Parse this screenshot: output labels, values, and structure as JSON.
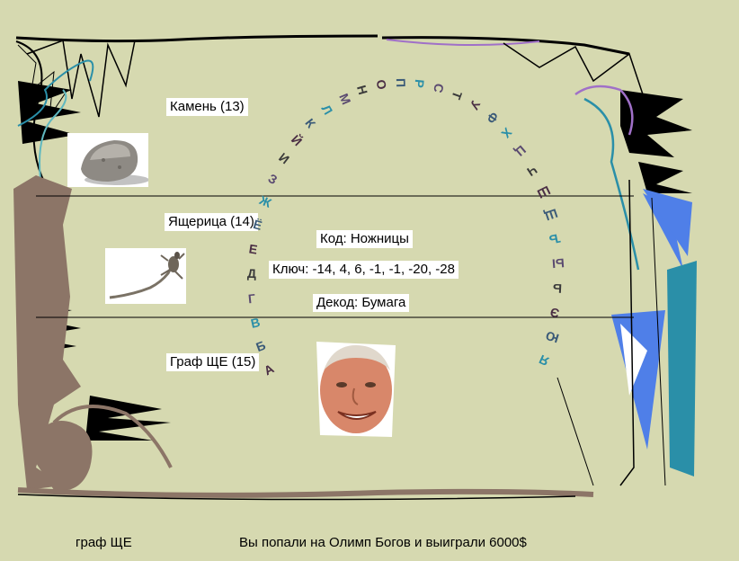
{
  "rows": [
    {
      "label": "Камень (13)",
      "image": "stone-image"
    },
    {
      "label": "Ящерица (14)",
      "image": "lizard-image"
    },
    {
      "label": "Граф ЩЕ (15)",
      "image": "face-image"
    }
  ],
  "info": {
    "code": "Код: Ножницы",
    "key": "Ключ: -14, 4, 6, -1, -1, -20, -28",
    "decode": "Декод: Бумага"
  },
  "alphabet": "АБВГДЕЁЖЗИЙКЛМНОПРСТУФХЦЧШЩЪЫЬЭЮЯ",
  "footer": {
    "player": "граф ЩЕ",
    "message": "Вы попали на Олимп Богов и выиграли 6000$"
  },
  "colors": {
    "background": "#d6d9b0",
    "frame_dark": "#000000",
    "frame_brown": "#8c7567",
    "accent_teal": "#2a8fa8",
    "accent_purple": "#a070c8",
    "accent_blue": "#4f7fe8",
    "letters": "#4a2e44"
  }
}
